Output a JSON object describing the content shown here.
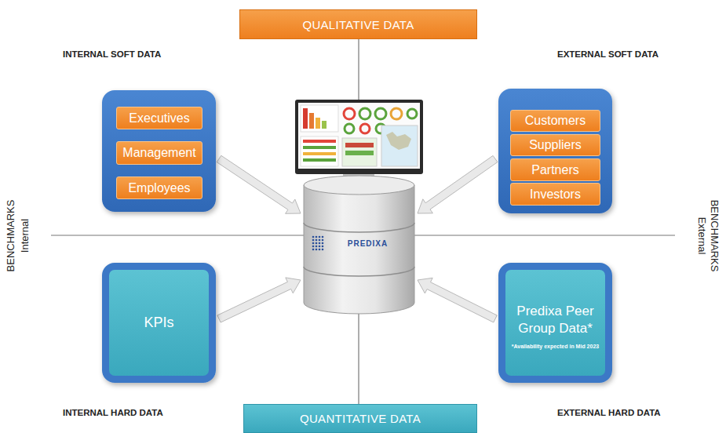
{
  "diagram": {
    "nodes": [
      {
        "text": [
          "QUALITATIVE DATA"
        ]
      },
      {
        "text": [
          "INTERNAL SOFT DATA"
        ]
      },
      {
        "text": [
          "Executives"
        ],
        "in": 1
      },
      {
        "text": [
          "Management"
        ],
        "in": 1
      },
      {
        "text": [
          "Employees"
        ],
        "in": 1
      },
      {
        "text": [
          "EXTERNAL SOFT DATA"
        ]
      },
      {
        "text": [
          "Customers"
        ],
        "in": 5
      },
      {
        "text": [
          "Suppliers"
        ],
        "in": 5
      },
      {
        "text": [
          "Partners"
        ],
        "in": 5
      },
      {
        "text": [
          "Investors"
        ],
        "in": 5
      },
      {
        "text": [
          "PREDIXA"
        ]
      },
      {
        "text": [
          "KPIs"
        ]
      },
      {
        "text": [
          "Predixa Peer Group Data*",
          "*Availability expected in Mid 2023"
        ]
      },
      {
        "text": [
          "QUANTITATIVE DATA"
        ]
      }
    ],
    "edges": [
      {
        "from": 1,
        "to": 10,
        "arrow": "to"
      },
      {
        "from": 5,
        "to": 10,
        "arrow": "to"
      },
      {
        "from": 11,
        "to": 10,
        "arrow": "to"
      },
      {
        "from": 12,
        "to": 10,
        "arrow": "to"
      }
    ],
    "labels": [
      "INTERNAL HARD DATA",
      "EXTERNAL HARD DATA",
      "BENCHMARKS",
      "Internal",
      "BENCHMARKS",
      "External"
    ]
  }
}
